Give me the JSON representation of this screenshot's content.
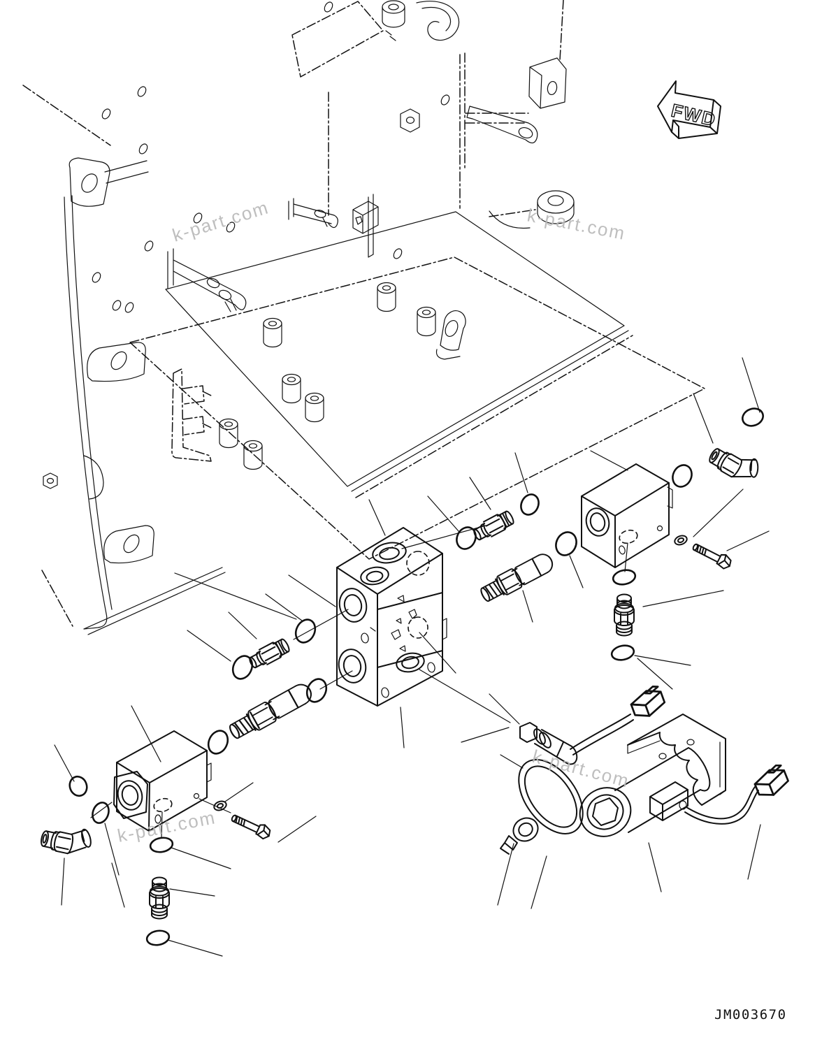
{
  "drawing": {
    "code": "JM003670",
    "direction_label": "FWD",
    "watermark": "k-part.com",
    "colors": {
      "line": "#111111",
      "watermark": "#b8b8b8",
      "background": "#ffffff"
    },
    "components": [
      "cab-frame-phantom-outline",
      "mounting-deck-plate",
      "standoff-bosses",
      "mounting-straps",
      "fwd-direction-arrow",
      "main-manifold-block",
      "check-valve-block-right",
      "check-valve-block-left",
      "elbow-fittings",
      "union-fittings",
      "cartridge-valves",
      "o-rings",
      "washers",
      "hex-bolts",
      "solenoid-valve-assembly",
      "solenoid-mounting-bracket",
      "pressure-switch",
      "wire-clamp-loop",
      "harness-connectors"
    ]
  }
}
